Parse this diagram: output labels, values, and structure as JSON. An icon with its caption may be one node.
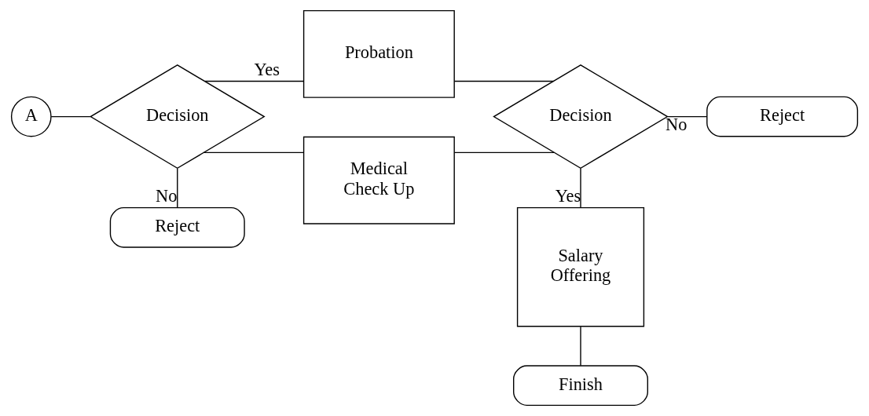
{
  "diagram": {
    "nodes": [
      {
        "text": [
          "A"
        ]
      },
      {
        "text": [
          "Decision"
        ]
      },
      {
        "text": [
          "Reject"
        ]
      },
      {
        "text": [
          "Probation"
        ]
      },
      {
        "text": [
          "Medical Check Up"
        ]
      },
      {
        "text": [
          "Decision"
        ]
      },
      {
        "text": [
          "Reject"
        ]
      },
      {
        "text": [
          "Salary Offering"
        ]
      },
      {
        "text": [
          "Finish"
        ]
      }
    ],
    "edges": [
      {
        "from": 0,
        "to": 1,
        "arrow": "none"
      },
      {
        "from": 1,
        "to": 2,
        "arrow": "none",
        "label": "No"
      },
      {
        "from": 1,
        "to": 3,
        "arrow": "none",
        "label": "Yes"
      },
      {
        "from": 1,
        "to": 4,
        "arrow": "none"
      },
      {
        "from": 3,
        "to": 5,
        "arrow": "none"
      },
      {
        "from": 4,
        "to": 5,
        "arrow": "none"
      },
      {
        "from": 5,
        "to": 6,
        "arrow": "none",
        "label": "No"
      },
      {
        "from": 5,
        "to": 7,
        "arrow": "none",
        "label": "Yes"
      },
      {
        "from": 7,
        "to": 8,
        "arrow": "none"
      }
    ]
  }
}
